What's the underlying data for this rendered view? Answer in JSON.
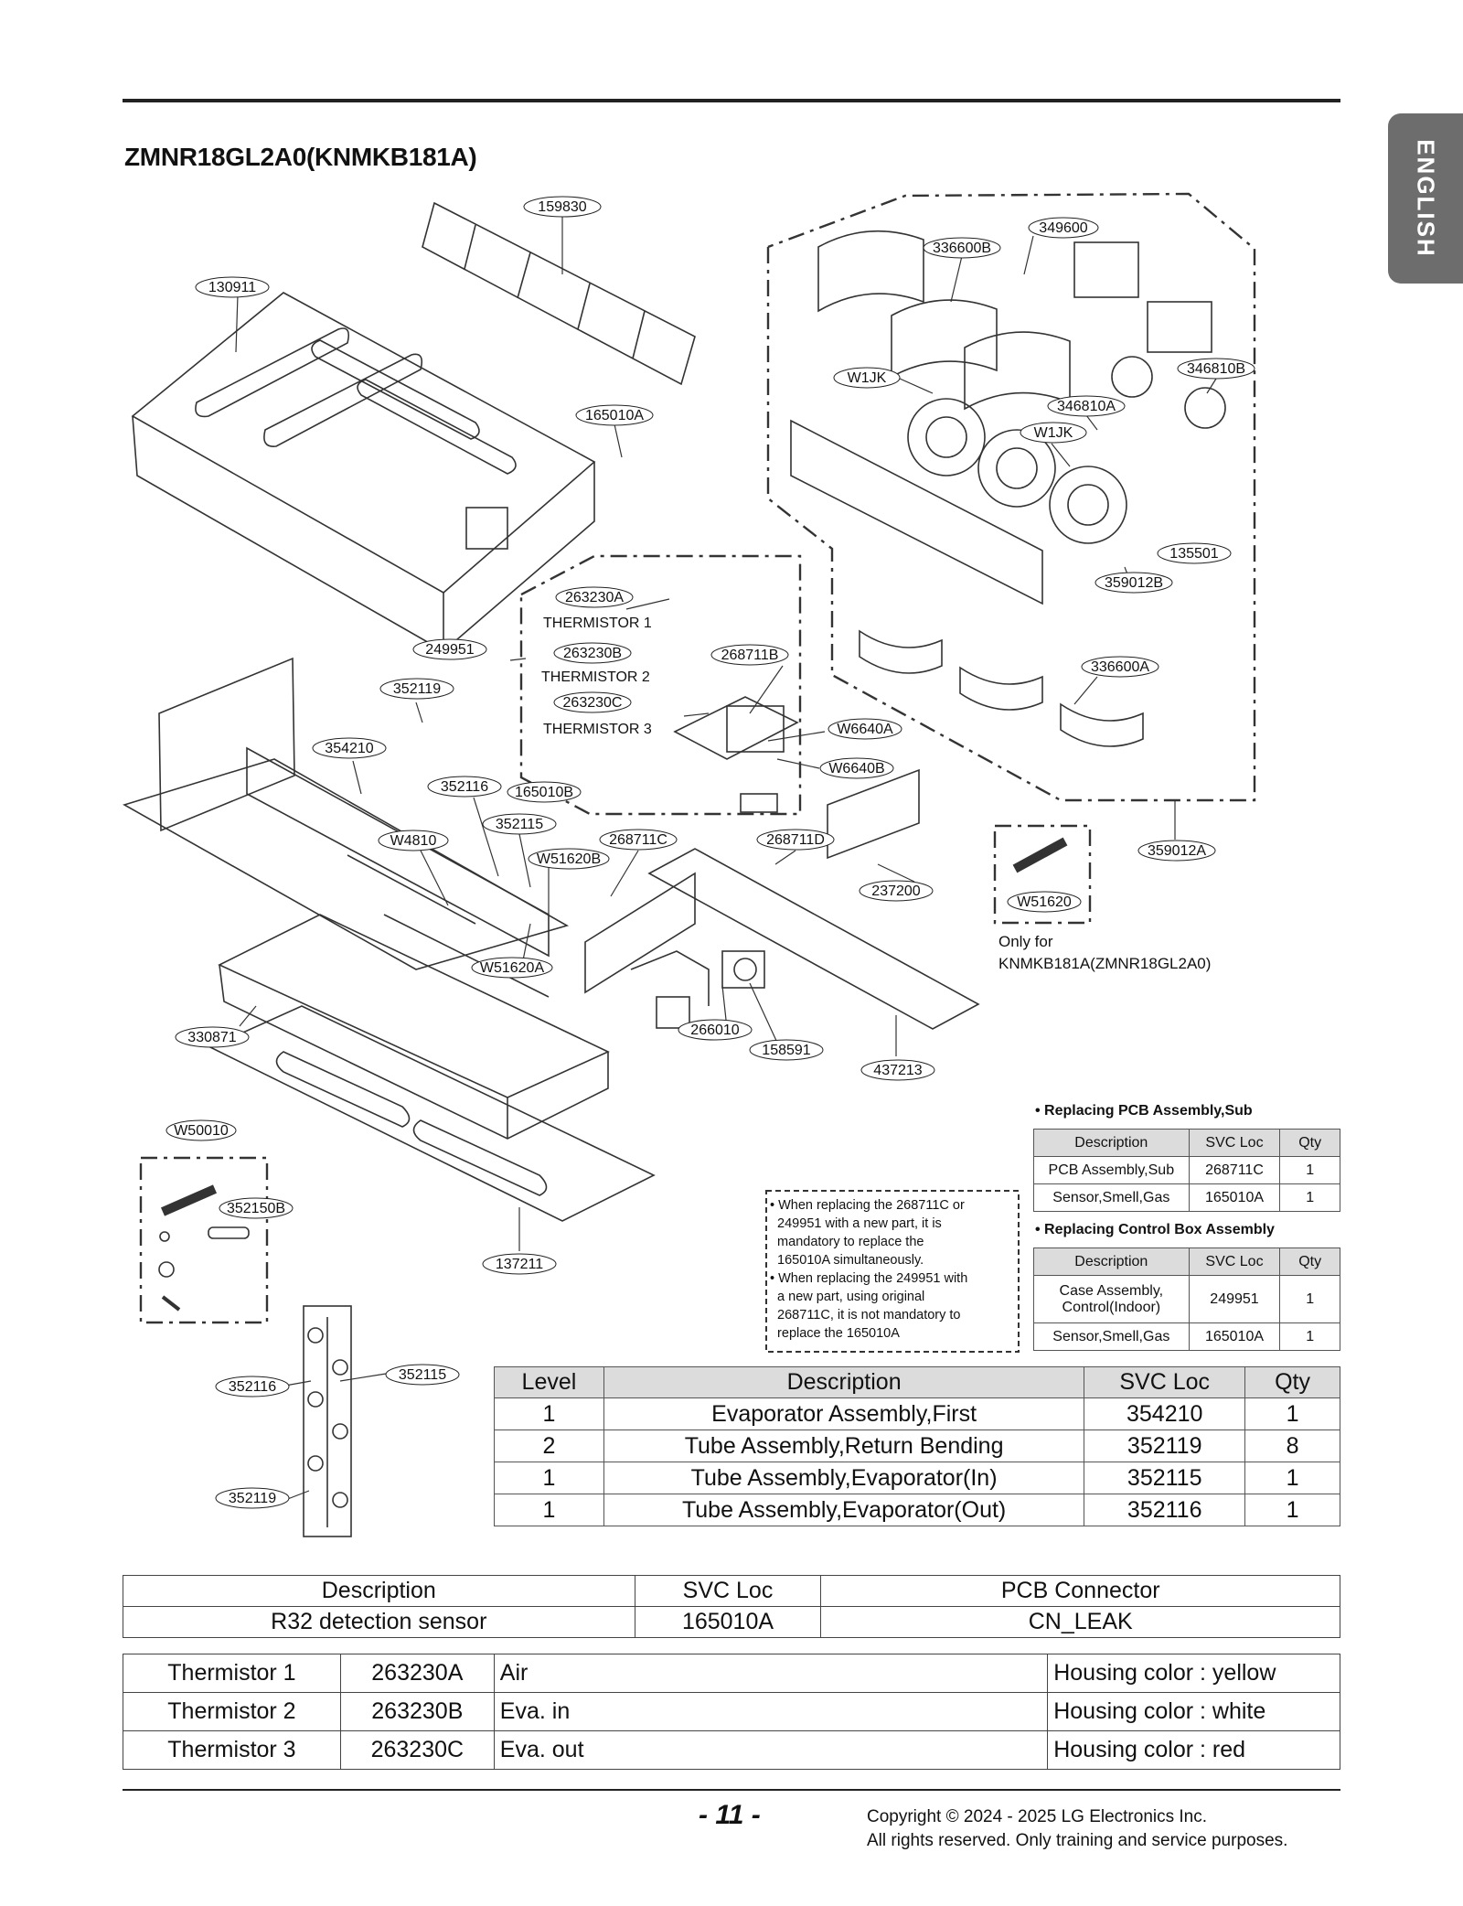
{
  "language_tab": "ENGLISH",
  "model_title": "ZMNR18GL2A0(KNMKB181A)",
  "part_callouts": [
    {
      "label": "159830"
    },
    {
      "label": "349600"
    },
    {
      "label": "336600B"
    },
    {
      "label": "130911"
    },
    {
      "label": "346810B"
    },
    {
      "label": "W1JK"
    },
    {
      "label": "346810A"
    },
    {
      "label": "W1JK"
    },
    {
      "label": "165010A"
    },
    {
      "label": "135501"
    },
    {
      "label": "359012B"
    },
    {
      "label": "263230A"
    },
    {
      "label": "249951"
    },
    {
      "label": "263230B"
    },
    {
      "label": "268711B"
    },
    {
      "label": "336600A"
    },
    {
      "label": "352119"
    },
    {
      "label": "263230C"
    },
    {
      "label": "W6640A"
    },
    {
      "label": "354210"
    },
    {
      "label": "W6640B"
    },
    {
      "label": "352116"
    },
    {
      "label": "165010B"
    },
    {
      "label": "352115"
    },
    {
      "label": "W4810"
    },
    {
      "label": "268711C"
    },
    {
      "label": "268711D"
    },
    {
      "label": "W51620B"
    },
    {
      "label": "359012A"
    },
    {
      "label": "237200"
    },
    {
      "label": "W51620"
    },
    {
      "label": "W51620A"
    },
    {
      "label": "330871"
    },
    {
      "label": "266010"
    },
    {
      "label": "158591"
    },
    {
      "label": "437213"
    },
    {
      "label": "W50010"
    },
    {
      "label": "352150B"
    },
    {
      "label": "137211"
    },
    {
      "label": "352115"
    },
    {
      "label": "352116"
    },
    {
      "label": "352119"
    }
  ],
  "thermistor_labels": [
    "THERMISTOR 1",
    "THERMISTOR 2",
    "THERMISTOR 3"
  ],
  "only_for": {
    "line1": "Only for",
    "line2": "KNMKB181A(ZMNR18GL2A0)"
  },
  "note_lines": [
    "• When replacing the 268711C or",
    "  249951 with a new part, it is",
    "  mandatory to replace the",
    "  165010A simultaneously.",
    "• When replacing the 249951 with",
    "  a new part, using original",
    "  268711C, it is not mandatory to",
    "  replace the 165010A"
  ],
  "pcb_sub": {
    "title": "• Replacing PCB Assembly,Sub",
    "headers": [
      "Description",
      "SVC Loc",
      "Qty"
    ],
    "rows": [
      [
        "PCB Assembly,Sub",
        "268711C",
        "1"
      ],
      [
        "Sensor,Smell,Gas",
        "165010A",
        "1"
      ]
    ]
  },
  "control_box": {
    "title": "• Replacing Control Box Assembly",
    "headers": [
      "Description",
      "SVC Loc",
      "Qty"
    ],
    "rows": [
      [
        "Case Assembly,",
        "Control(Indoor)",
        "249951",
        "1"
      ],
      [
        "Sensor,Smell,Gas",
        "165010A",
        "1"
      ]
    ]
  },
  "level_table": {
    "headers": [
      "Level",
      "Description",
      "SVC Loc",
      "Qty"
    ],
    "rows": [
      [
        "1",
        "Evaporator Assembly,First",
        "354210",
        "1"
      ],
      [
        "2",
        "Tube Assembly,Return Bending",
        "352119",
        "8"
      ],
      [
        "1",
        "Tube Assembly,Evaporator(In)",
        "352115",
        "1"
      ],
      [
        "1",
        "Tube Assembly,Evaporator(Out)",
        "352116",
        "1"
      ]
    ]
  },
  "r32_table": {
    "headers": [
      "Description",
      "SVC Loc",
      "PCB Connector"
    ],
    "row": [
      "R32 detection sensor",
      "165010A",
      "CN_LEAK"
    ]
  },
  "thermistor_table": [
    [
      "Thermistor 1",
      "263230A",
      "Air",
      "Housing color : yellow"
    ],
    [
      "Thermistor 2",
      "263230B",
      "Eva. in",
      "Housing color : white"
    ],
    [
      "Thermistor 3",
      "263230C",
      "Eva. out",
      "Housing color : red"
    ]
  ],
  "page_number": "- 11 -",
  "copyright": {
    "line1": "Copyright © 2024 - 2025 LG Electronics Inc.",
    "line2": "All rights reserved. Only training and service purposes."
  }
}
